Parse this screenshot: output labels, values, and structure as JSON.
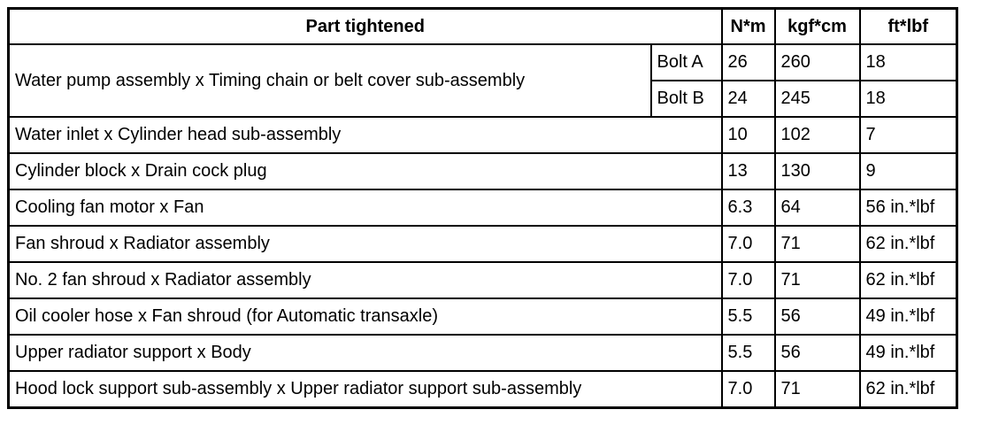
{
  "colors": {
    "border": "#000000",
    "background": "#ffffff",
    "text": "#000000"
  },
  "table": {
    "headers": {
      "part": "Part tightened",
      "nm": "N*m",
      "kgfcm": "kgf*cm",
      "ftlbf": "ft*lbf"
    },
    "water_pump": {
      "part": "Water pump assembly x Timing chain or belt cover sub-assembly",
      "bolt_a": {
        "label": "Bolt A",
        "nm": "26",
        "kgfcm": "260",
        "ftlbf": "18"
      },
      "bolt_b": {
        "label": "Bolt B",
        "nm": "24",
        "kgfcm": "245",
        "ftlbf": "18"
      }
    },
    "rows": [
      {
        "part": "Water inlet x Cylinder head sub-assembly",
        "nm": "10",
        "kgfcm": "102",
        "ftlbf": "7"
      },
      {
        "part": "Cylinder block x Drain cock plug",
        "nm": "13",
        "kgfcm": "130",
        "ftlbf": "9"
      },
      {
        "part": "Cooling fan motor x Fan",
        "nm": "6.3",
        "kgfcm": "64",
        "ftlbf": "56 in.*lbf"
      },
      {
        "part": "Fan shroud x Radiator assembly",
        "nm": "7.0",
        "kgfcm": "71",
        "ftlbf": "62 in.*lbf"
      },
      {
        "part": "No. 2 fan shroud x Radiator assembly",
        "nm": "7.0",
        "kgfcm": "71",
        "ftlbf": "62 in.*lbf"
      },
      {
        "part": "Oil cooler hose x Fan shroud (for Automatic transaxle)",
        "nm": "5.5",
        "kgfcm": "56",
        "ftlbf": "49 in.*lbf"
      },
      {
        "part": "Upper radiator support x Body",
        "nm": "5.5",
        "kgfcm": "56",
        "ftlbf": "49 in.*lbf"
      },
      {
        "part": "Hood lock support sub-assembly x Upper radiator support sub-assembly",
        "nm": "7.0",
        "kgfcm": "71",
        "ftlbf": "62 in.*lbf"
      }
    ]
  }
}
